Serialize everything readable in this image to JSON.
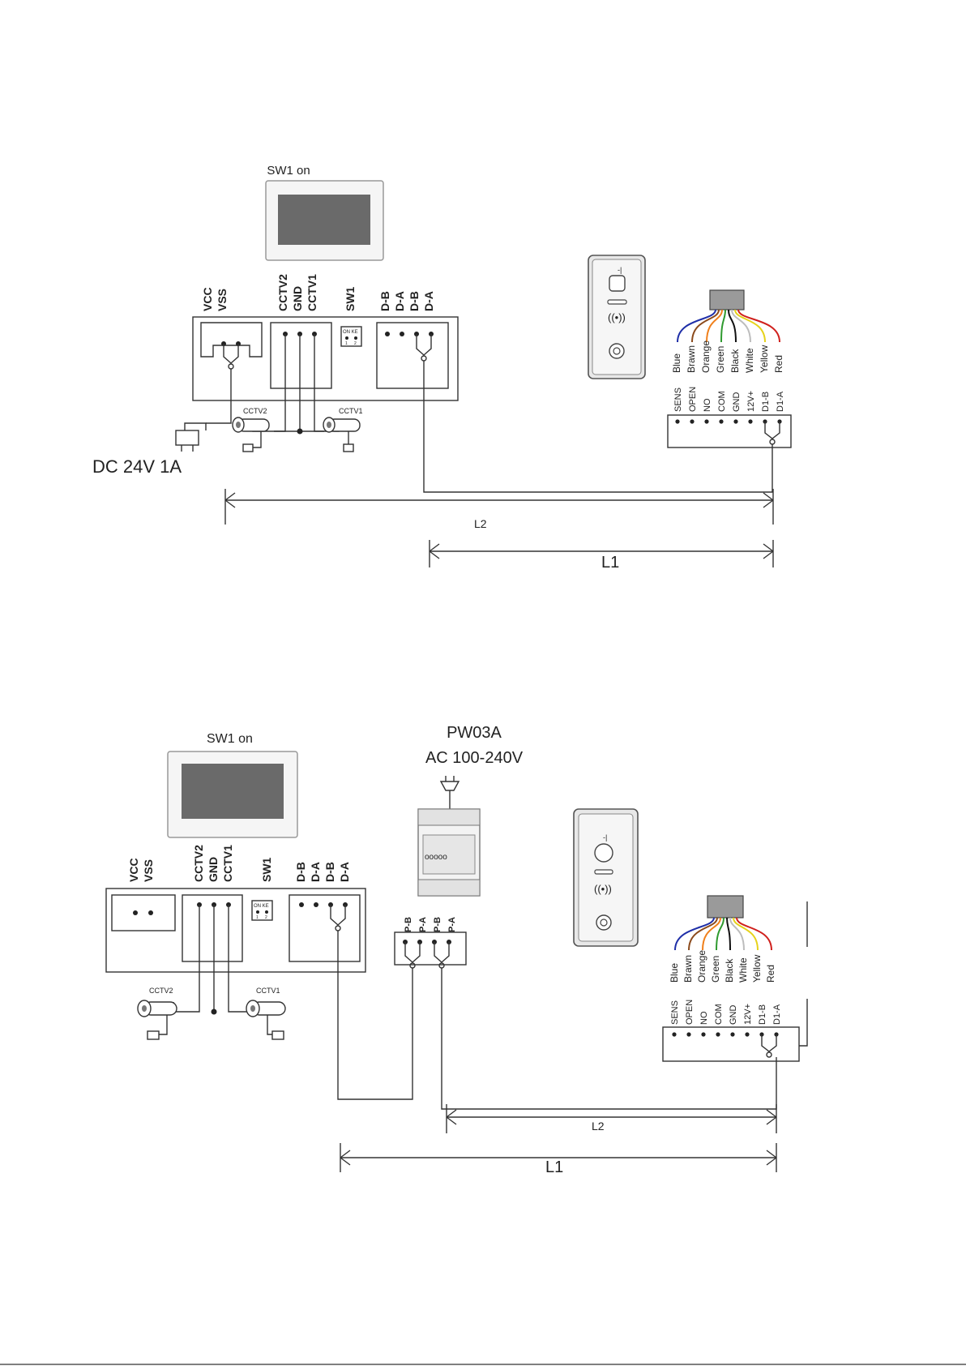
{
  "diagram1": {
    "monitor_label": "SW1 on",
    "power_label": "DC 24V 1A",
    "power_terminals": [
      "VCC",
      "VSS"
    ],
    "cctv_terminals": [
      "CCTV2",
      "GND",
      "CCTV1"
    ],
    "switch_label": "SW1",
    "switch_marks": [
      "ON KE",
      "1",
      "2"
    ],
    "bus_terminals": [
      "D-B",
      "D-A",
      "D-B",
      "D-A"
    ],
    "camera_labels": [
      "CCTV2",
      "CCTV1"
    ],
    "wire_colors": [
      "Blue",
      "Brawn",
      "Orange",
      "Green",
      "Black",
      "White",
      "Yellow",
      "Red"
    ],
    "outdoor_terminals": [
      "SENS",
      "OPEN",
      "NO",
      "COM",
      "GND",
      "12V+",
      "D1-B",
      "D1-A"
    ],
    "dimension_l2": "L2",
    "dimension_l1": "L1"
  },
  "diagram2": {
    "monitor_label": "SW1 on",
    "psu_title": "PW03A",
    "psu_input": "AC 100-240V",
    "psu_terminals": [
      "P-B",
      "P-A",
      "P-B",
      "P-A"
    ],
    "power_terminals": [
      "VCC",
      "VSS"
    ],
    "cctv_terminals": [
      "CCTV2",
      "GND",
      "CCTV1"
    ],
    "switch_label": "SW1",
    "switch_marks": [
      "ON KE",
      "1",
      "2"
    ],
    "bus_terminals": [
      "D-B",
      "D-A",
      "D-B",
      "D-A"
    ],
    "camera_labels": [
      "CCTV2",
      "CCTV1"
    ],
    "wire_colors": [
      "Blue",
      "Brawn",
      "Orange",
      "Green",
      "Black",
      "White",
      "Yellow",
      "Red"
    ],
    "outdoor_terminals": [
      "SENS",
      "OPEN",
      "NO",
      "COM",
      "GND",
      "12V+",
      "D1-B",
      "D1-A"
    ],
    "dimension_l2": "L2",
    "dimension_l1": "L1"
  },
  "wire_hex": [
    "#1f2fa8",
    "#8b4a1c",
    "#f0801c",
    "#2f9a2f",
    "#111111",
    "#bdbdbd",
    "#e6d21a",
    "#d0201c"
  ]
}
